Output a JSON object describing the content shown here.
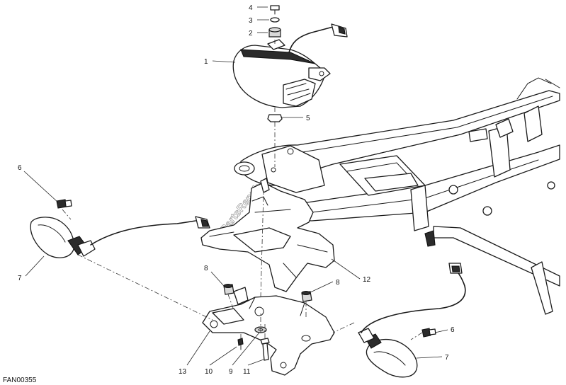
{
  "diagram": {
    "code": "FAN00355",
    "watermark": "PartsRepublik",
    "callouts": [
      {
        "id": "c1",
        "label": "1"
      },
      {
        "id": "c2",
        "label": "2"
      },
      {
        "id": "c3",
        "label": "3"
      },
      {
        "id": "c4",
        "label": "4"
      },
      {
        "id": "c5",
        "label": "5"
      },
      {
        "id": "c6a",
        "label": "6"
      },
      {
        "id": "c6b",
        "label": "6"
      },
      {
        "id": "c7a",
        "label": "7"
      },
      {
        "id": "c7b",
        "label": "7"
      },
      {
        "id": "c8a",
        "label": "8"
      },
      {
        "id": "c8b",
        "label": "8"
      },
      {
        "id": "c9",
        "label": "9"
      },
      {
        "id": "c10",
        "label": "10"
      },
      {
        "id": "c11",
        "label": "11"
      },
      {
        "id": "c12",
        "label": "12"
      },
      {
        "id": "c13",
        "label": "13"
      }
    ]
  }
}
